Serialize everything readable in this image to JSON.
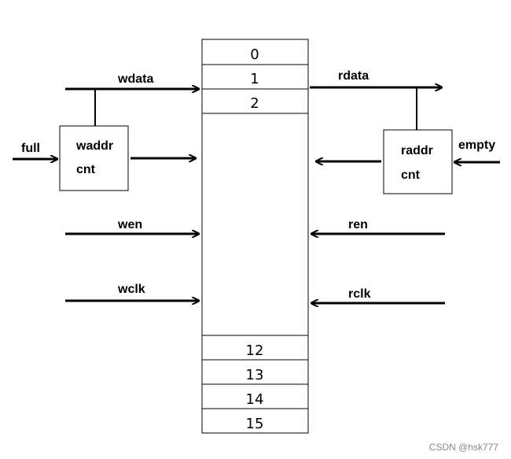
{
  "memory": {
    "top_cells": [
      "0",
      "1",
      "2"
    ],
    "bottom_cells": [
      "12",
      "13",
      "14",
      "15"
    ]
  },
  "write_side": {
    "wdata": "wdata",
    "waddr_block": {
      "line1": "waddr",
      "line2": "cnt"
    },
    "full": "full",
    "wen": "wen",
    "wclk": "wclk"
  },
  "read_side": {
    "rdata": "rdata",
    "raddr_block": {
      "line1": "raddr",
      "line2": "cnt"
    },
    "empty": "empty",
    "ren": "ren",
    "rclk": "rclk"
  },
  "watermark": "CSDN @hsk777"
}
